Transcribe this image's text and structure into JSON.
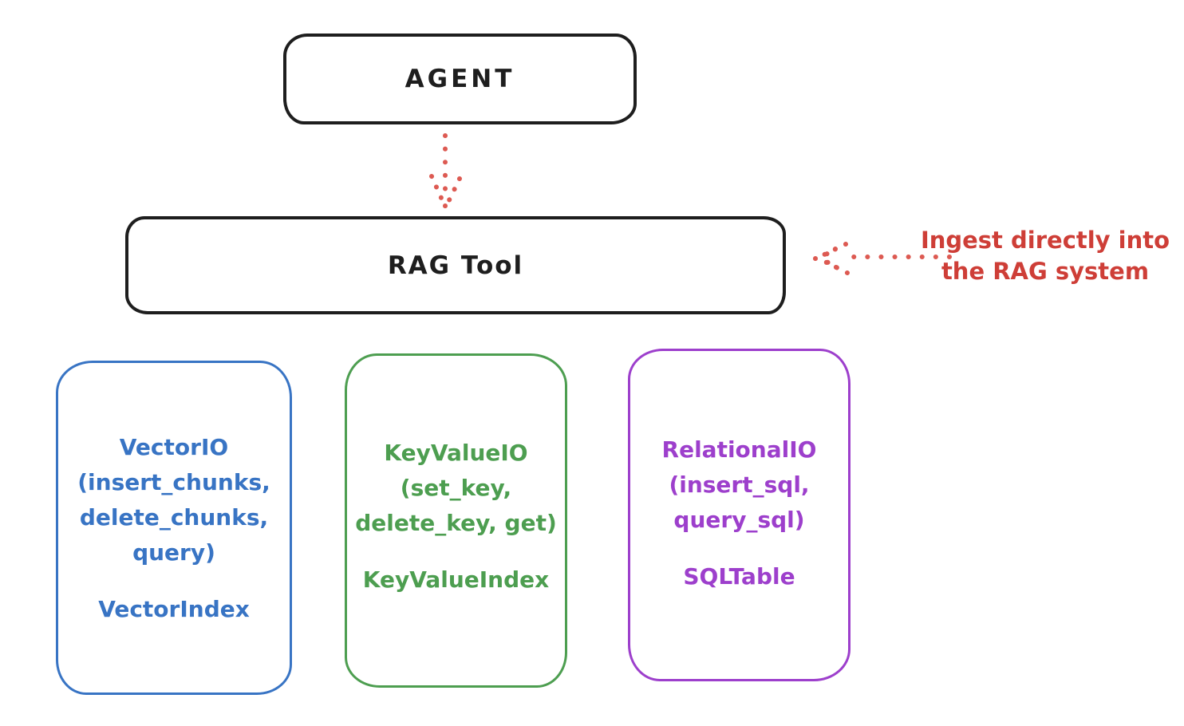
{
  "diagram": {
    "agent": {
      "label": "AGENT"
    },
    "rag_tool": {
      "label": "RAG Tool"
    },
    "annotation": {
      "line1": "Ingest directly into",
      "line2": "the RAG system"
    },
    "arrows": [
      {
        "name": "agent-to-rag-dotted-arrow",
        "style": "dotted",
        "direction": "down",
        "color": "#dd5a52"
      },
      {
        "name": "ingest-annotation-dotted-arrow",
        "style": "dotted",
        "direction": "left",
        "color": "#dd5a52"
      }
    ],
    "stores": [
      {
        "id": "vector-io",
        "color": "#3874c4",
        "lines": [
          "VectorIO",
          "(insert_chunks,",
          "delete_chunks,",
          "query)"
        ],
        "index_label": "VectorIndex"
      },
      {
        "id": "keyvalue-io",
        "color": "#4d9e50",
        "lines": [
          "KeyValueIO",
          "(set_key,",
          "delete_key, get)"
        ],
        "index_label": "KeyValueIndex"
      },
      {
        "id": "relational-io",
        "color": "#9d3fcc",
        "lines": [
          "RelationalIO",
          "(insert_sql,",
          "query_sql)"
        ],
        "index_label": "SQLTable"
      }
    ],
    "colors": {
      "stroke": "#1e1e1e",
      "red": "#ce3e37",
      "red_dots": "#dd5a52",
      "blue": "#3874c4",
      "green": "#4d9e50",
      "purple": "#9d3fcc",
      "background": "#ffffff"
    }
  }
}
